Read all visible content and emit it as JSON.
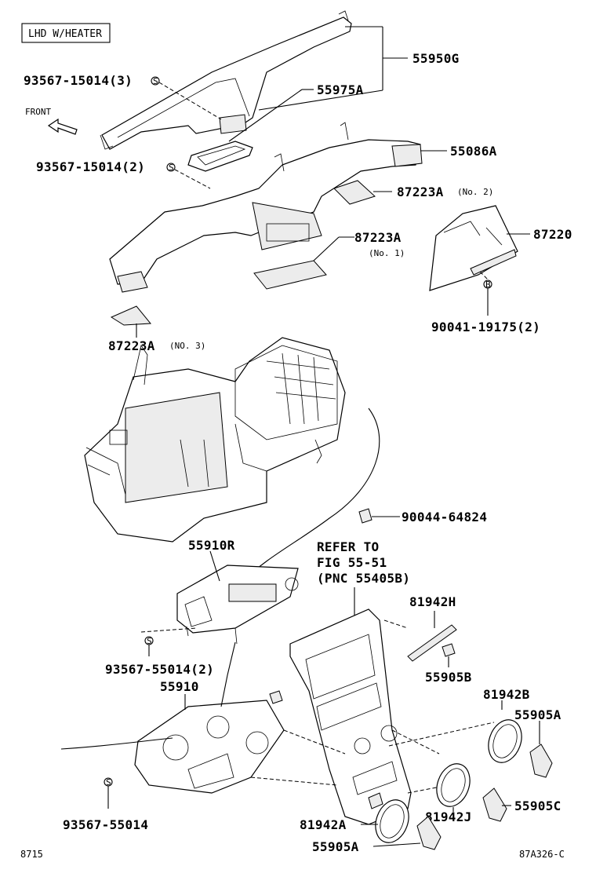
{
  "header_box": "LHD W/HEATER",
  "front_label": "FRONT",
  "refer_note": [
    "REFER TO",
    "FIG 55-51",
    "(PNC 55405B)"
  ],
  "callouts": {
    "p55950G": "55950G",
    "p93567_15014_3": "93567-15014(3)",
    "p55975A": "55975A",
    "p55086A": "55086A",
    "p93567_15014_2": "93567-15014(2)",
    "p87223A_no2": "87223A",
    "p87223A_no2_sub": "(No. 2)",
    "p87223A_no1": "87223A",
    "p87223A_no1_sub": "(No. 1)",
    "p87220": "87220",
    "p90041": "90041-19175(2)",
    "p87223A_no3": "87223A",
    "p87223A_no3_sub": "(NO. 3)",
    "p90044": "90044-64824",
    "p55910R": "55910R",
    "p81942H": "81942H",
    "p93567_55014_2": "93567-55014(2)",
    "p55905B": "55905B",
    "p55910": "55910",
    "p81942B": "81942B",
    "p55905A_right": "55905A",
    "p55905C": "55905C",
    "p93567_55014": "93567-55014",
    "p81942A": "81942A",
    "p81942J": "81942J",
    "p55905A_bottom": "55905A"
  },
  "markers": {
    "screw_symbol": "S",
    "bolt_symbol": "B"
  },
  "footer": {
    "page_code": "8715",
    "figure_id": "87A326-C"
  }
}
